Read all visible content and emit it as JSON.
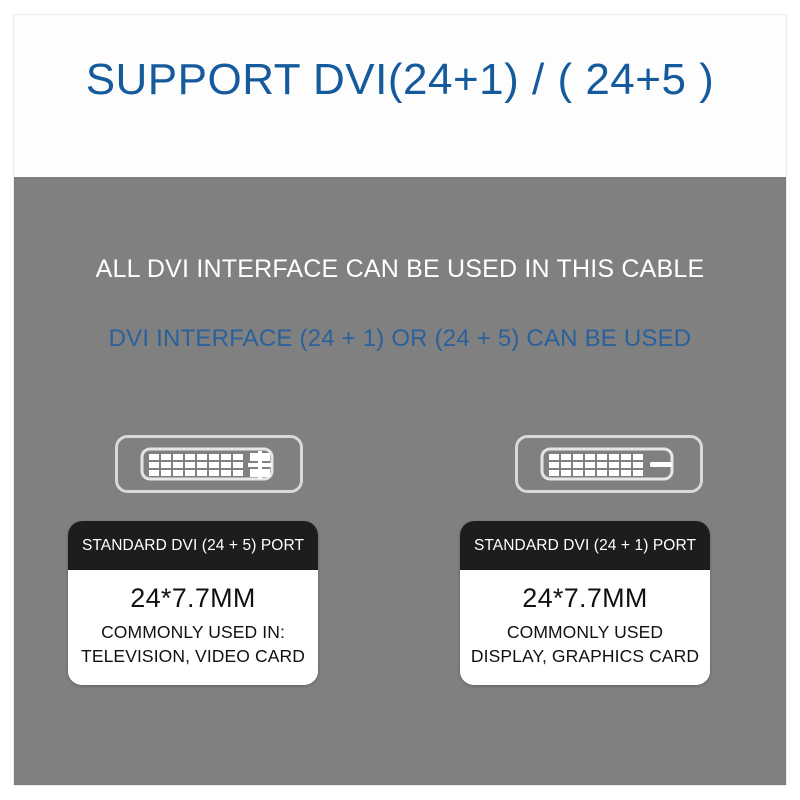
{
  "header": {
    "title": "SUPPORT  DVI(24+1) / ( 24+5 )",
    "title_color": "#155a9c",
    "background": "#fdfdfd"
  },
  "body_section": {
    "background": "#808080",
    "headline_white": "ALL DVI INTERFACE CAN BE USED IN THIS CABLE",
    "headline_white_color": "#ffffff",
    "headline_blue": "DVI INTERFACE (24 + 1) OR (24 + 5) CAN BE USED",
    "headline_blue_color": "#2a619b"
  },
  "connectors": [
    {
      "id": "dvi-24-5",
      "type": "dvi-i-dual-link",
      "outline_color": "#d8d8d8",
      "pin_color": "#ffffff",
      "pin_columns": 8,
      "pin_rows": 3,
      "pin_count": 24,
      "flat_blade": "cross",
      "ground_pins": 4
    },
    {
      "id": "dvi-24-1",
      "type": "dvi-d-dual-link",
      "outline_color": "#d8d8d8",
      "pin_color": "#ffffff",
      "pin_columns": 8,
      "pin_rows": 3,
      "pin_count": 24,
      "flat_blade": "dash",
      "ground_pins": 0
    }
  ],
  "cards": [
    {
      "header": "STANDARD DVI (24 + 5)  PORT",
      "size": "24*7.7MM",
      "use_line_1": "COMMONLY USED IN:",
      "use_line_2": "TELEVISION, VIDEO CARD",
      "header_bg": "#1d1d1d",
      "body_bg": "#ffffff"
    },
    {
      "header": "STANDARD DVI (24 + 1)  PORT",
      "size": "24*7.7MM",
      "use_line_1": "COMMONLY USED",
      "use_line_2": "DISPLAY, GRAPHICS CARD",
      "header_bg": "#1d1d1d",
      "body_bg": "#ffffff"
    }
  ]
}
